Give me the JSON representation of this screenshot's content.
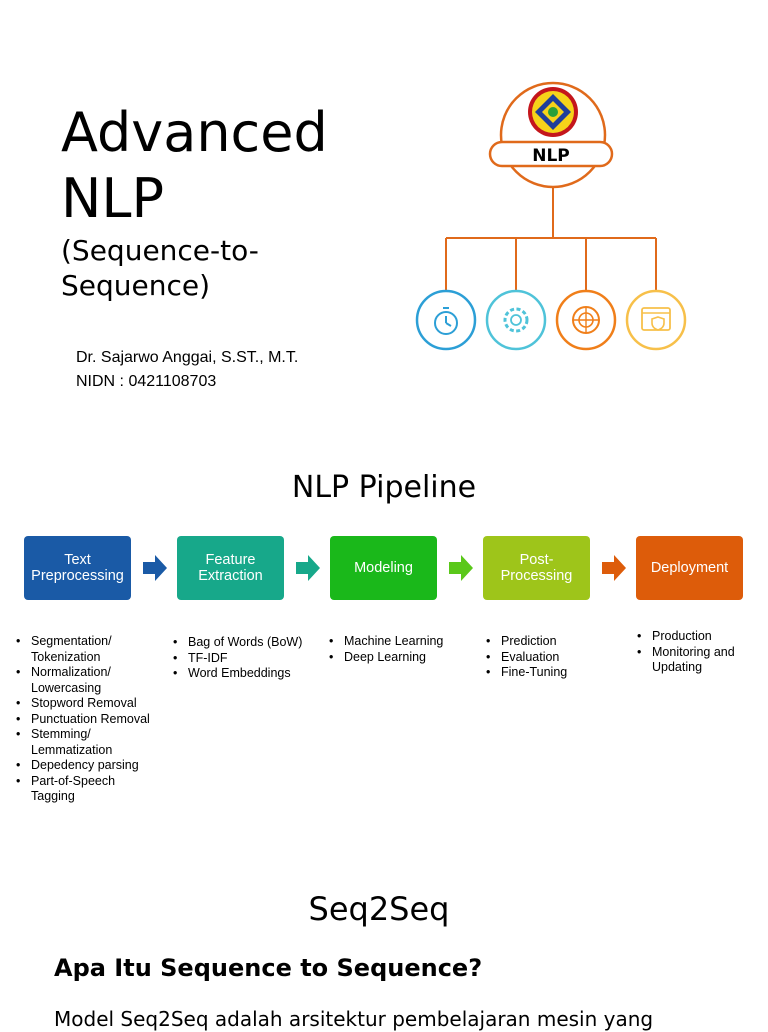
{
  "title_slide": {
    "title": "Advanced NLP",
    "subtitle": "(Sequence-to-Sequence)",
    "author": "Dr. Sajarwo Anggai, S.ST., M.T.",
    "nidn": "NIDN : 0421108703",
    "diagram": {
      "hub_label": "NLP",
      "accent": "#e06a1b",
      "icons": [
        {
          "name": "stopwatch-icon",
          "color": "#2c9fd6"
        },
        {
          "name": "gear-user-icon",
          "color": "#4fc3d9"
        },
        {
          "name": "globe-sync-icon",
          "color": "#f07f1a"
        },
        {
          "name": "browser-shield-icon",
          "color": "#f7c04a"
        }
      ]
    }
  },
  "pipeline": {
    "title": "NLP Pipeline",
    "stages": [
      {
        "label": "Text Preprocessing",
        "color": "#1a5aa6",
        "bullets": [
          "Segmentation/ Tokenization",
          "Normalization/ Lowercasing",
          "Stopword Removal",
          "Punctuation Removal",
          "Stemming/ Lemmatization",
          "Depedency parsing",
          "Part-of-Speech Tagging"
        ]
      },
      {
        "label": "Feature Extraction",
        "color": "#17a88a",
        "bullets": [
          "Bag of Words (BoW)",
          "TF-IDF",
          "Word Embeddings"
        ]
      },
      {
        "label": "Modeling",
        "color": "#1ab81a",
        "bullets": [
          "Machine Learning",
          "Deep Learning"
        ]
      },
      {
        "label": "Post-Processing",
        "color": "#9ec51a",
        "bullets": [
          "Prediction",
          "Evaluation",
          "Fine-Tuning"
        ]
      },
      {
        "label": "Deployment",
        "color": "#dd5c0a",
        "bullets": [
          "Production",
          "Monitoring and Updating"
        ]
      }
    ],
    "arrow_colors": [
      "#1a5aa6",
      "#17a88a",
      "#5ac81a",
      "#dd5c0a"
    ]
  },
  "seq2seq": {
    "title": "Seq2Seq",
    "question": "Apa Itu Sequence to Sequence?",
    "body": "Model Seq2Seq adalah arsitektur pembelajaran mesin yang"
  }
}
